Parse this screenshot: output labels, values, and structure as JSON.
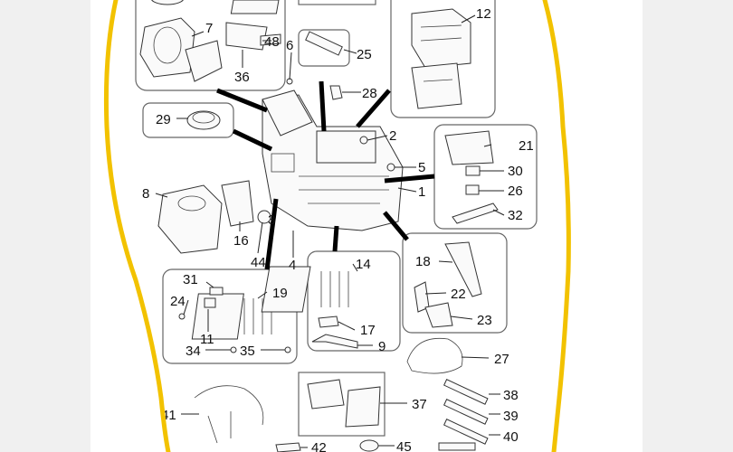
{
  "colors": {
    "outline": "#f2c200",
    "background": "#f0f0f0",
    "page": "#ffffff"
  },
  "labels": {
    "l1": "1",
    "l2": "2",
    "l3": "3",
    "l4": "4",
    "l5": "5",
    "l6": "6",
    "l7": "7",
    "l8": "8",
    "l9": "9",
    "l11": "11",
    "l12": "12",
    "l14": "14",
    "l16": "16",
    "l17": "17",
    "l18": "18",
    "l19": "19",
    "l21": "21",
    "l22": "22",
    "l23": "23",
    "l24": "24",
    "l25": "25",
    "l26": "26",
    "l27": "27",
    "l28": "28",
    "l29": "29",
    "l30": "30",
    "l31": "31",
    "l32": "32",
    "l34": "34",
    "l35": "35",
    "l36": "36",
    "l37": "37",
    "l38": "38",
    "l39": "39",
    "l40": "40",
    "l41": "41",
    "l42": "42",
    "l44": "44",
    "l45": "45",
    "l48": "48"
  }
}
